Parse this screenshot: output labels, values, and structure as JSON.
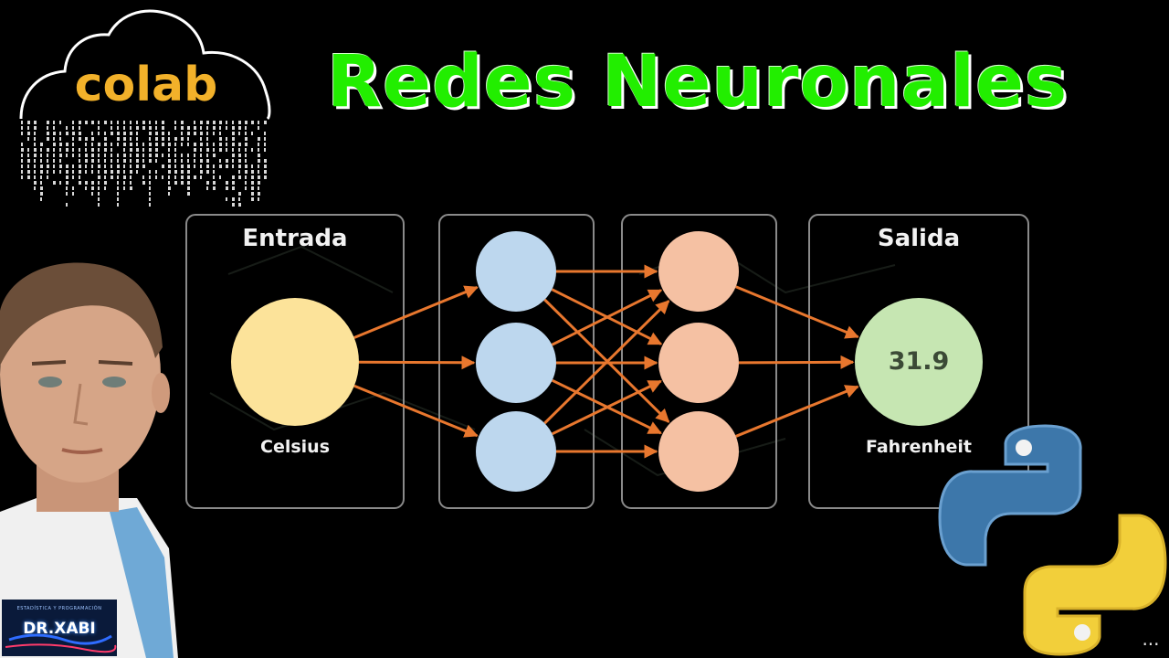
{
  "title": "Redes Neuronales",
  "logo": {
    "colab_text": "colab"
  },
  "diagram": {
    "input_panel_title": "Entrada",
    "input_label": "Celsius",
    "output_panel_title": "Salida",
    "output_value": "31.9",
    "output_label": "Fahrenheit",
    "colors": {
      "input_node": "#fce39a",
      "hidden1_node": "#bdd7ee",
      "hidden2_node": "#f5c1a3",
      "output_node": "#c6e6b2",
      "arrows": "#e8772e",
      "panel_border": "#8a8a8a"
    }
  },
  "badge": {
    "subtitle": "ESTADÍSTICA Y PROGRAMACIÓN",
    "name": "DR.XABI"
  },
  "icons": {
    "colab": "colab-cloud-icon",
    "python": "python-icon",
    "more": "more-icon"
  },
  "more_label": "..."
}
